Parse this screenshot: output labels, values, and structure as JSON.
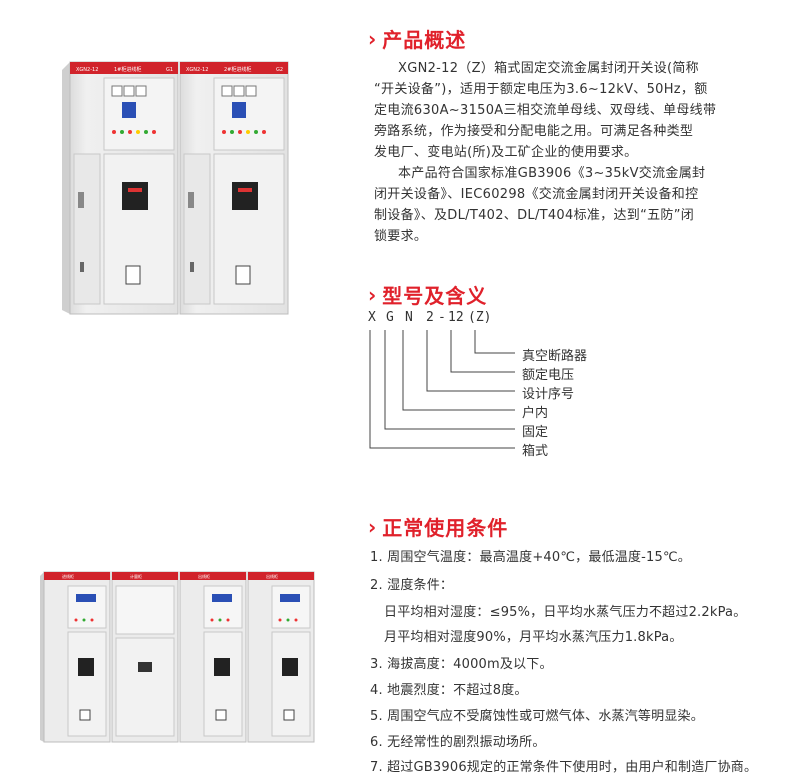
{
  "overview": {
    "heading": "产品概述",
    "para1_lines": [
      "XGN2-12（Z）箱式固定交流金属封闭开关设(简称",
      "“开关设备”)，适用于额定电压为3.6~12kV、50Hz，额",
      "定电流630A~3150A三相交流单母线、双母线、单母线带",
      "旁路系统，作为接受和分配电能之用。可满足各种类型",
      "发电厂、变电站(所)及工矿企业的使用要求。"
    ],
    "para2_lines": [
      "本产品符合国家标准GB3906《3~35kV交流金属封",
      "闭开关设备》、IEC60298《交流金属封闭开关设备和控",
      "制设备》、及DL/T402、DL/T404标准，达到“五防”闭",
      "锁要求。"
    ]
  },
  "model": {
    "heading": "型号及含义",
    "code": [
      "X",
      "G",
      "N",
      "2",
      "-",
      "12",
      "(Z)"
    ],
    "labels": [
      "真空断路器",
      "额定电压",
      "设计序号",
      "户内",
      "固定",
      "箱式"
    ]
  },
  "conditions": {
    "heading": "正常使用条件",
    "items": [
      "1. 周围空气温度：最高温度+40℃，最低温度-15℃。",
      "2. 湿度条件：",
      "日平均相对湿度：≤95%，日平均水蒸气压力不超过2.2kPa。",
      "月平均相对湿度90%，月平均水蒸汽压力1.8kPa。",
      "3. 海拔高度：4000m及以下。",
      "4. 地震烈度：不超过8度。",
      "5. 周围空气应不受腐蚀性或可燃气体、水蒸汽等明显染。",
      "6. 无经常性的剧烈振动场所。",
      "7. 超过GB3906规定的正常条件下使用时，由用户和制造厂协商。"
    ]
  },
  "photo1": {
    "cabinets": [
      {
        "model": "XGN2-12",
        "title": "1#柜进线柜",
        "code": "G1"
      },
      {
        "model": "XGN2-12",
        "title": "2#柜进线柜",
        "code": "G2"
      }
    ]
  },
  "photo2": {
    "cabinets": [
      {
        "title": "进线柜"
      },
      {
        "title": "计量柜"
      },
      {
        "title": "出线柜"
      },
      {
        "title": "出线柜"
      }
    ]
  },
  "colors": {
    "accent": "#e0212b",
    "cabinet": "#ececec",
    "header_red": "#d1232b"
  }
}
